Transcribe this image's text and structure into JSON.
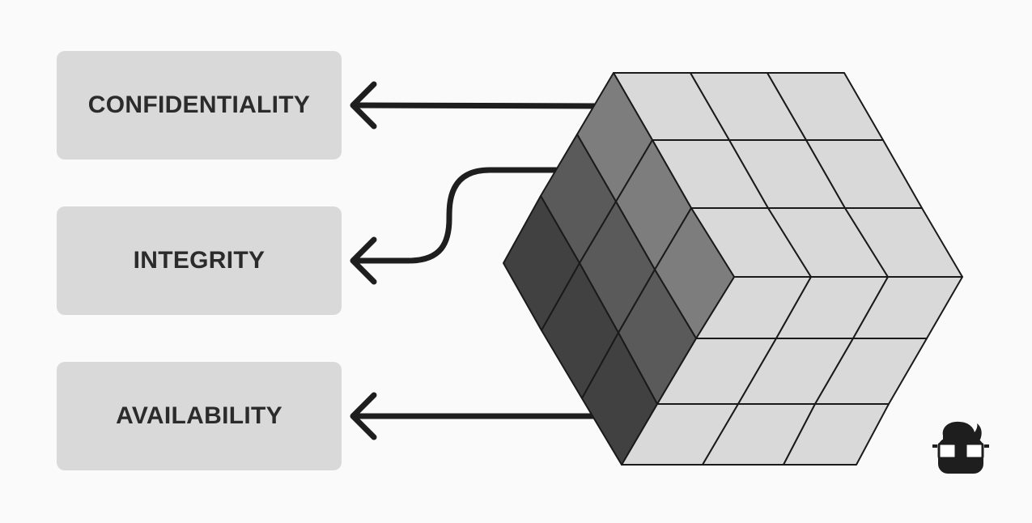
{
  "boxes": {
    "confidentiality": "CONFIDENTIALITY",
    "integrity": "INTEGRITY",
    "availability": "AVAILABILITY"
  },
  "colors": {
    "background": "#fafafa",
    "box_fill": "#d9d9d9",
    "text": "#2b2b2b",
    "arrow": "#1e1e1e",
    "cube_right_face": "#d9d9d9",
    "cube_top_left_face": "#7e7d7d",
    "cube_mid_left_face": "#5a5a5a",
    "cube_dark_left_face": "#414141",
    "cube_lines": "#1a1a1a"
  },
  "icons": {
    "cube": "rubiks-cube-icon",
    "logo": "nerd-face-logo-icon"
  }
}
